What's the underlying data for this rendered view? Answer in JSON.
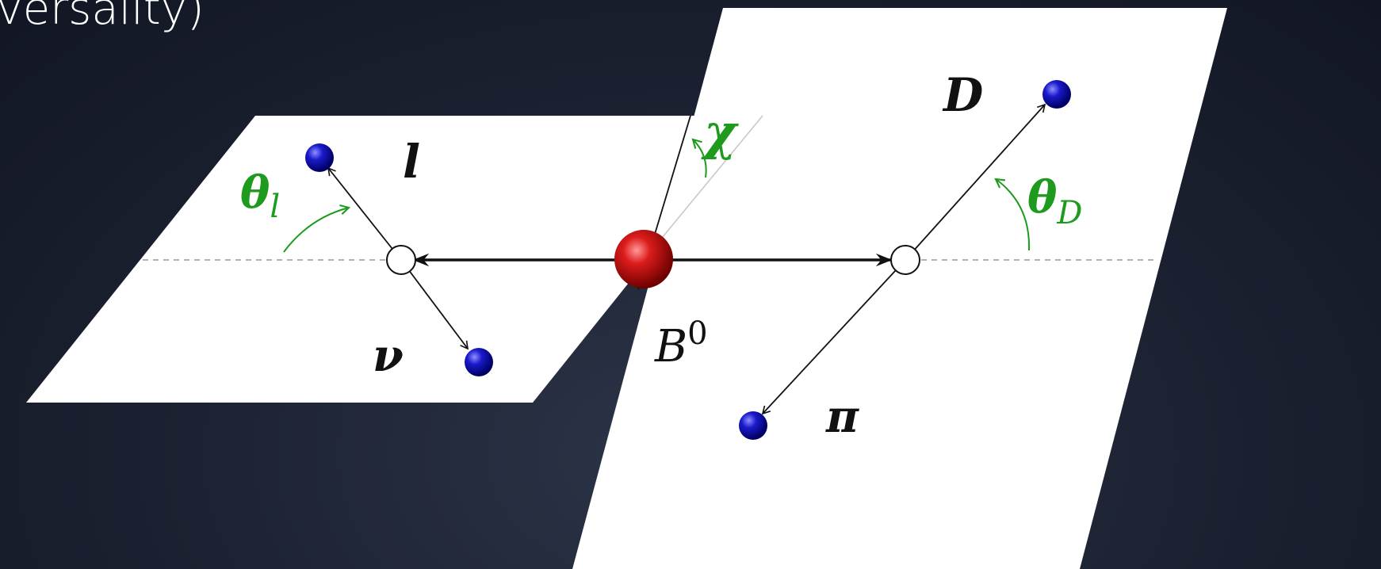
{
  "header": {
    "title_fragment": "iversality)"
  },
  "diagram": {
    "colors": {
      "background": "#1b2130",
      "plane": "#ffffff",
      "angle": "#1e9b1e",
      "parent_particle": "#cc1111",
      "daughter_particle": "#1a1acc",
      "line": "#111111",
      "dashed": "#999999"
    },
    "labels": {
      "lepton": "l",
      "neutrino": "ν",
      "parent_base": "B",
      "parent_sup": "0",
      "d_meson": "D",
      "pion": "π",
      "theta_l_base": "θ",
      "theta_l_sub": "l",
      "theta_d_base": "θ",
      "theta_d_sub": "D",
      "chi": "χ"
    }
  }
}
